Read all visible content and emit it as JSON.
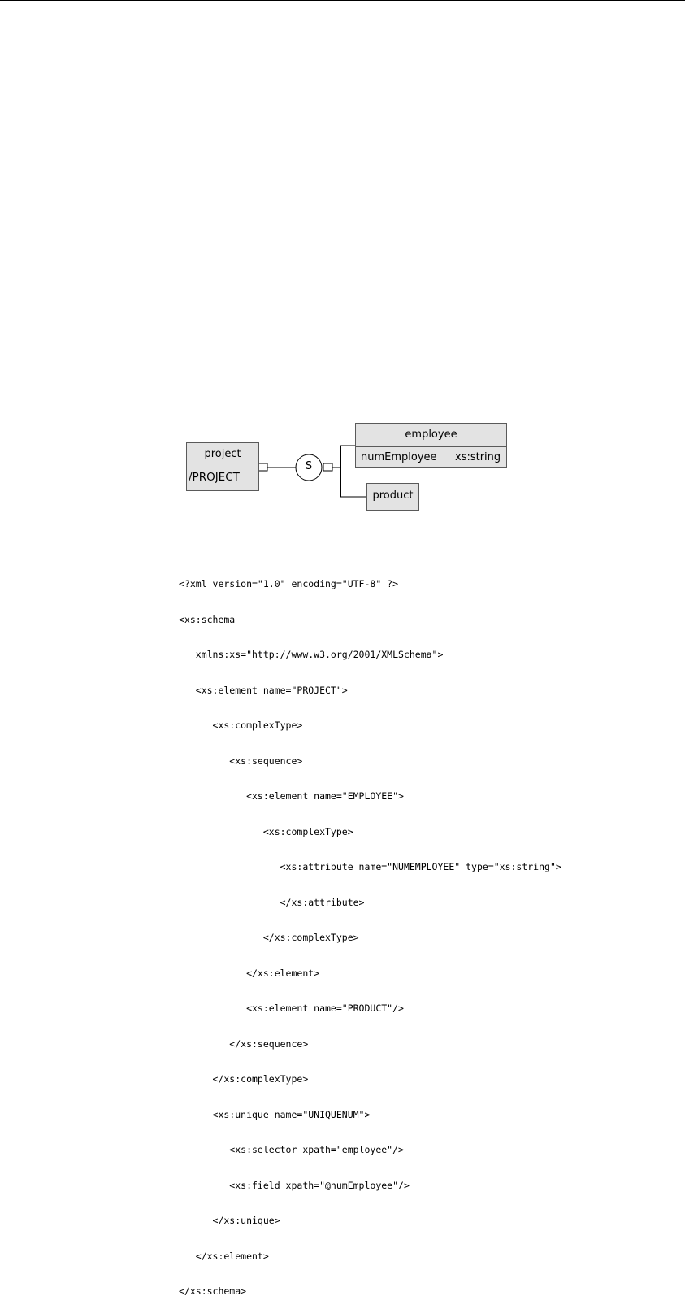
{
  "diagram": {
    "project": {
      "name": "project",
      "mapping": "/PROJECT"
    },
    "sequence_symbol": "S",
    "employee": {
      "name": "employee",
      "attribute_name": "numEmployee",
      "attribute_type": "xs:string"
    },
    "product": {
      "name": "product"
    }
  },
  "code": {
    "lines": [
      "<?xml version=\"1.0\" encoding=\"UTF-8\" ?>",
      "<xs:schema",
      "   xmlns:xs=\"http://www.w3.org/2001/XMLSchema\">",
      "   <xs:element name=\"PROJECT\">",
      "      <xs:complexType>",
      "         <xs:sequence>",
      "            <xs:element name=\"EMPLOYEE\">",
      "               <xs:complexType>",
      "                  <xs:attribute name=\"NUMEMPLOYEE\" type=\"xs:string\">",
      "                  </xs:attribute>",
      "               </xs:complexType>",
      "            </xs:element>",
      "            <xs:element name=\"PRODUCT\"/>",
      "         </xs:sequence>",
      "      </xs:complexType>",
      "      <xs:unique name=\"UNIQUENUM\">",
      "         <xs:selector xpath=\"employee\"/>",
      "         <xs:field xpath=\"@numEmployee\"/>",
      "      </xs:unique>",
      "   </xs:element>",
      "</xs:schema>"
    ]
  }
}
